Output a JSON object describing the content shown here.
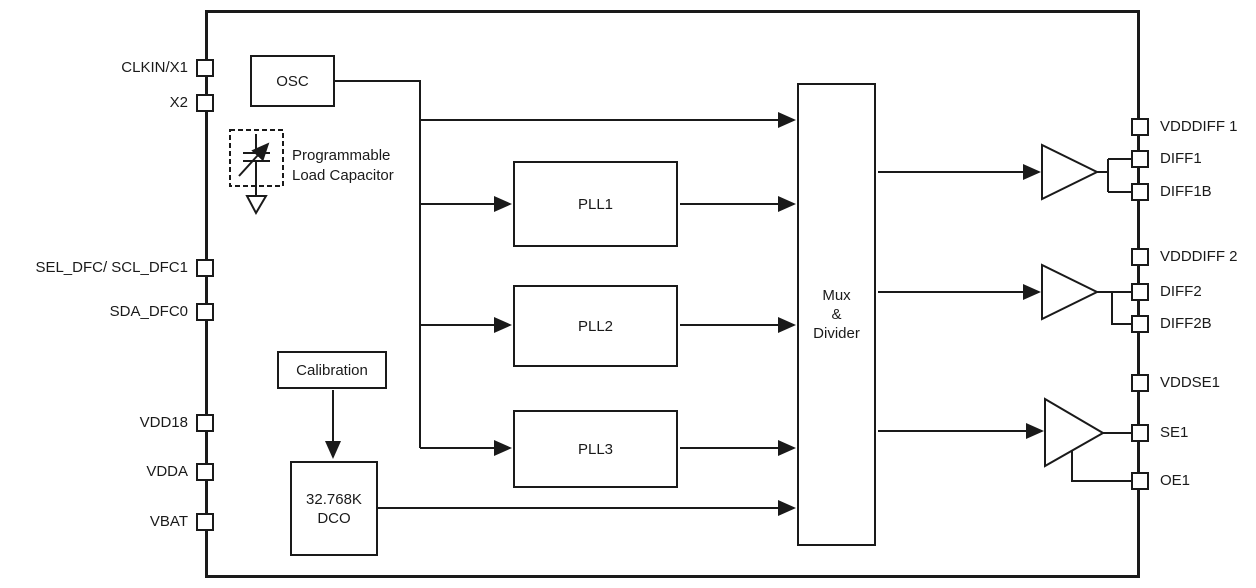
{
  "colors": {
    "ink": "#1a1a1a",
    "background": "#ffffff"
  },
  "blocks": {
    "osc": {
      "label": "OSC"
    },
    "pll1": {
      "label": "PLL1"
    },
    "pll2": {
      "label": "PLL2"
    },
    "pll3": {
      "label": "PLL3"
    },
    "calibration": {
      "label": "Calibration"
    },
    "dco": {
      "line1": "32.768K",
      "line2": "DCO"
    },
    "mux": {
      "line1": "Mux",
      "line2": "&",
      "line3": "Divider"
    },
    "load_capacitor": {
      "line1": "Programmable",
      "line2": "Load Capacitor"
    }
  },
  "pins": {
    "left": [
      {
        "label": "CLKIN/X1"
      },
      {
        "label": "X2"
      },
      {
        "label": "SEL_DFC/ SCL_DFC1"
      },
      {
        "label": "SDA_DFC0"
      },
      {
        "label": "VDD18"
      },
      {
        "label": "VDDA"
      },
      {
        "label": "VBAT"
      }
    ],
    "right": [
      {
        "label": "VDDDIFF 1"
      },
      {
        "label": "DIFF1"
      },
      {
        "label": "DIFF1B"
      },
      {
        "label": "VDDDIFF 2"
      },
      {
        "label": "DIFF2"
      },
      {
        "label": "DIFF2B"
      },
      {
        "label": "VDDSE1"
      },
      {
        "label": "SE1"
      },
      {
        "label": "OE1"
      }
    ]
  }
}
